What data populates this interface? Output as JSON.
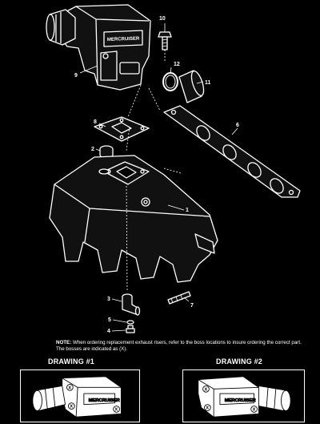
{
  "callouts": {
    "c1": "1",
    "c2": "2",
    "c3": "3",
    "c4": "4",
    "c5": "5",
    "c6": "6",
    "c7": "7",
    "c8": "8",
    "c9": "9",
    "c10": "10",
    "c11": "11",
    "c12": "12"
  },
  "riser_brand": "MERCRUISER",
  "note": {
    "label": "NOTE:",
    "text": "When ordering replacement exhaust risers, refer to the boss locations to insure ordering the correct part. The bosses are indicated as (X)."
  },
  "drawings": {
    "d1_title": "DRAWING #1",
    "d2_title": "DRAWING #2",
    "boss_mark": "X"
  },
  "colors": {
    "background": "#000000",
    "ink": "#ffffff",
    "part_fill": "#111111"
  }
}
